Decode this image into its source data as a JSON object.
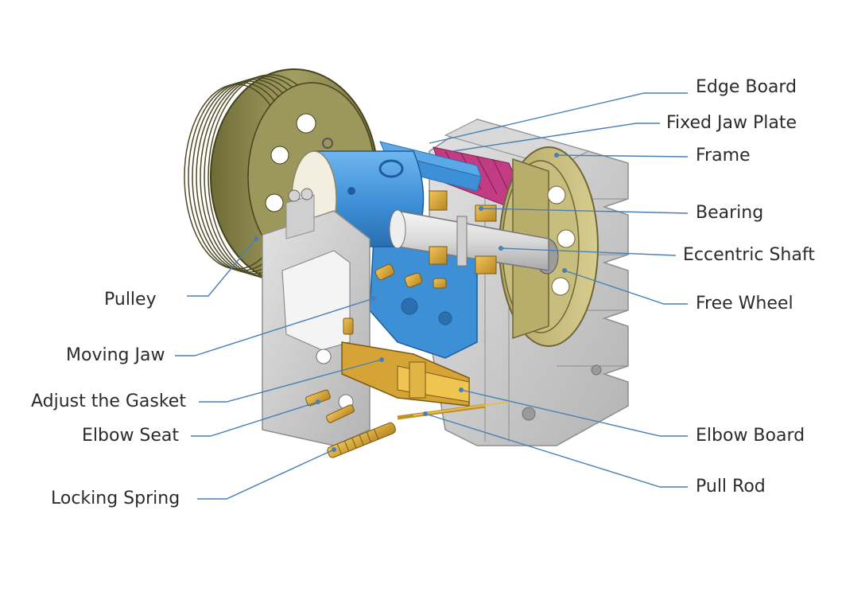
{
  "labels": {
    "edge_board": "Edge Board",
    "fixed_jaw_plate": "Fixed Jaw Plate",
    "frame": "Frame",
    "bearing": "Bearing",
    "eccentric_shaft": "Eccentric Shaft",
    "free_wheel": "Free Wheel",
    "elbow_board": "Elbow Board",
    "pull_rod": "Pull Rod",
    "pulley": "Pulley",
    "moving_jaw": "Moving Jaw",
    "adjust_gasket": "Adjust the Gasket",
    "elbow_seat": "Elbow Seat",
    "locking_spring": "Locking Spring"
  },
  "colors": {
    "leader": "#4a7fb5",
    "pulley": "#8e8a4e",
    "frame": "#c9c9c9",
    "blue": "#3d8fd6",
    "shaft": "#e8e8e8",
    "bearing": "#d8a63a",
    "jaw_plate": "#c23c83"
  }
}
